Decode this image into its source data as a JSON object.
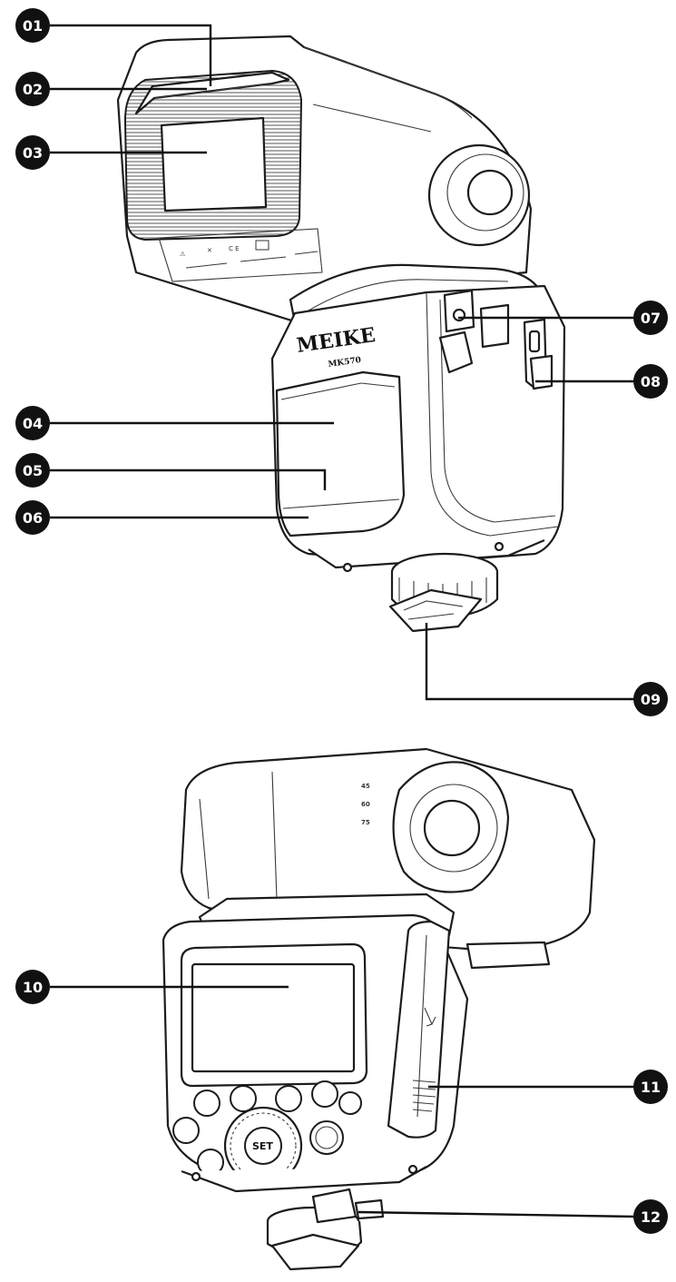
{
  "callouts": [
    {
      "id": "01",
      "label": "01"
    },
    {
      "id": "02",
      "label": "02"
    },
    {
      "id": "03",
      "label": "03"
    },
    {
      "id": "04",
      "label": "04"
    },
    {
      "id": "05",
      "label": "05"
    },
    {
      "id": "06",
      "label": "06"
    },
    {
      "id": "07",
      "label": "07"
    },
    {
      "id": "08",
      "label": "08"
    },
    {
      "id": "09",
      "label": "09"
    },
    {
      "id": "10",
      "label": "10"
    },
    {
      "id": "11",
      "label": "11"
    },
    {
      "id": "12",
      "label": "12"
    }
  ],
  "front_view": {
    "brand_logo": "MEIKE",
    "brand_model": "MK570"
  },
  "rear_view": {
    "tilt_angles": [
      "45",
      "60",
      "75"
    ],
    "set_button_label": "SET"
  },
  "colors": {
    "outline": "#1c1c1c",
    "callout_fill": "#111111",
    "callout_text": "#ffffff",
    "background": "#ffffff"
  }
}
